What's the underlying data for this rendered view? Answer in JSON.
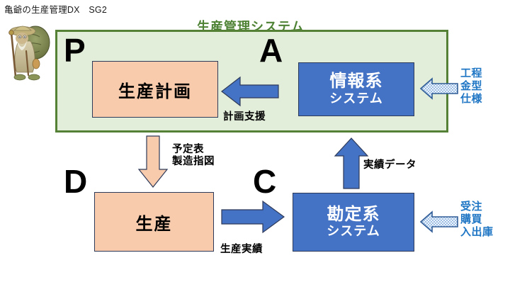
{
  "header": {
    "title": "亀爺の生産管理DX　SG2"
  },
  "mascot": {
    "name": "turtle-elder-illustration"
  },
  "system_frame": {
    "label": "生産管理システム",
    "border_color": "#548135",
    "fill_color": "#e2eed9",
    "label_color": "#4e8234"
  },
  "pdca": {
    "p": "P",
    "a": "A",
    "d": "D",
    "c": "C"
  },
  "boxes": {
    "plan": {
      "label": "生産計画",
      "fill": "#f8cbad",
      "text_color": "#000000"
    },
    "info_system": {
      "line1": "情報系",
      "line2": "システム",
      "fill": "#4472c4",
      "text_color": "#ffffff"
    },
    "production": {
      "label": "生産",
      "fill": "#f8cbad",
      "text_color": "#000000"
    },
    "accounting_system": {
      "line1": "勘定系",
      "line2": "システム",
      "fill": "#4472c4",
      "text_color": "#ffffff"
    }
  },
  "arrows": {
    "plan_support": {
      "label": "計画支援",
      "color": "#4472c4",
      "direction": "left"
    },
    "schedule": {
      "label_line1": "予定表",
      "label_line2": "製造指図",
      "color": "#f8cbad",
      "direction": "down"
    },
    "production_result": {
      "label": "生産実績",
      "color": "#4472c4",
      "direction": "right"
    },
    "actual_data": {
      "label": "実績データ",
      "color": "#4472c4",
      "direction": "up"
    },
    "external_top": {
      "label_line1": "工程",
      "label_line2": "金型",
      "label_line3": "仕様",
      "color": "#1f76c4",
      "direction": "left",
      "style": "hatched"
    },
    "external_bottom": {
      "label_line1": "受注",
      "label_line2": "購買",
      "label_line3": "入出庫",
      "color": "#1f76c4",
      "direction": "left",
      "style": "hatched"
    }
  }
}
